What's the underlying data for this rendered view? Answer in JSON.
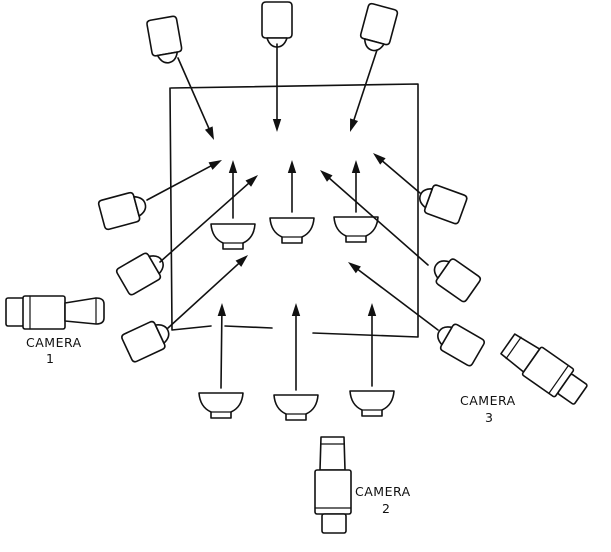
{
  "cameras": [
    {
      "id": "camera-1",
      "name": "CAMERA",
      "number": "1"
    },
    {
      "id": "camera-2",
      "name": "CAMERA",
      "number": "2"
    },
    {
      "id": "camera-3",
      "name": "CAMERA",
      "number": "3"
    }
  ]
}
